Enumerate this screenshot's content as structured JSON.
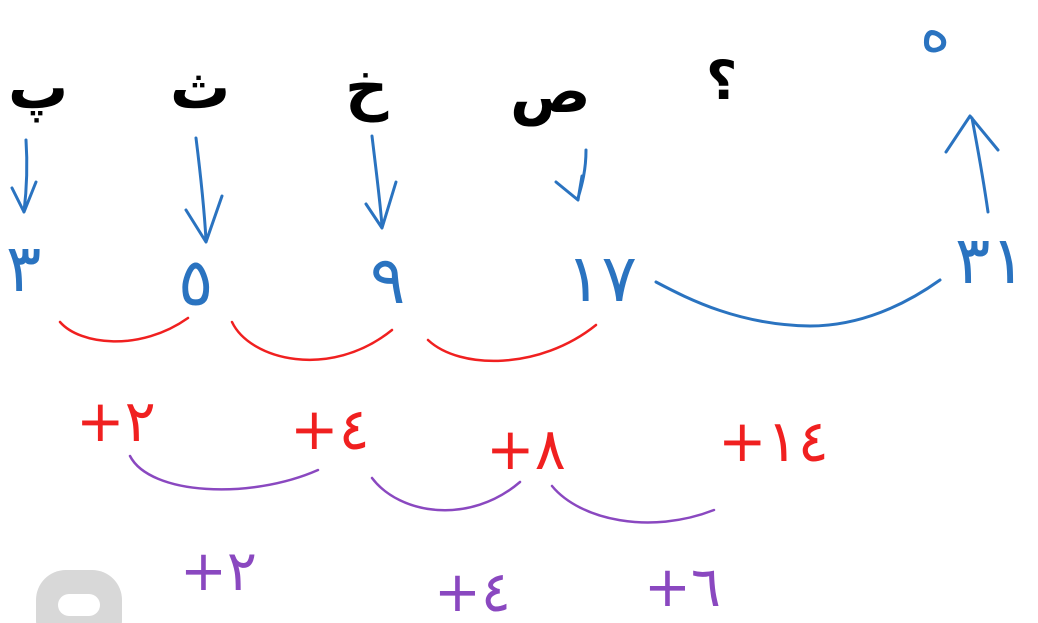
{
  "letters": [
    "پ",
    "ث",
    "خ",
    "ص",
    "؟"
  ],
  "answer_letter": "ه",
  "numbers": [
    "٣",
    "٥",
    "٩",
    "١٧",
    "٣١"
  ],
  "first_differences": [
    "+٢",
    "+٤",
    "+٨",
    "+١٤"
  ],
  "second_differences": [
    "+٢",
    "+٤",
    "+٦"
  ],
  "colors": {
    "letters": "#000000",
    "numbers": "#2a73c0",
    "first_differences": "#f02020",
    "second_differences": "#8a48c0"
  }
}
